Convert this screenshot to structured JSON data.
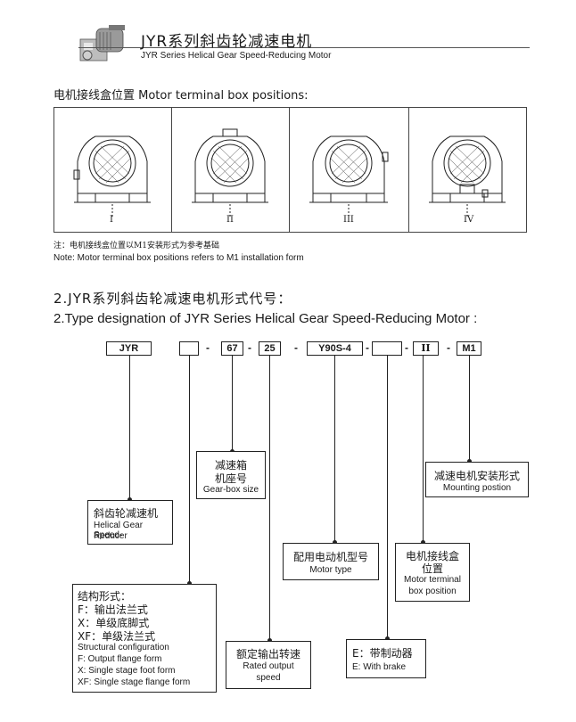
{
  "header": {
    "title_cn": "JYR系列斜齿轮减速电机",
    "title_en": "JYR Series Helical Gear Speed-Reducing Motor"
  },
  "terminal_section": {
    "title": "电机接线盒位置  Motor terminal box positions:",
    "positions": [
      "I",
      "II",
      "III",
      "IV"
    ],
    "note_cn": "注：电机接线盒位置以M1安装形式为参考基础",
    "note_en": "Note: Motor terminal box positions refers to M1 installation form"
  },
  "designation": {
    "title_cn": "2.JYR系列斜齿轮减速电机形式代号：",
    "title_en": "2.Type designation of JYR Series Helical Gear Speed-Reducing Motor :",
    "codes": [
      "JYR",
      "",
      "67",
      "25",
      "Y90S-4",
      "",
      "II",
      "M1"
    ],
    "dash": "-"
  },
  "labels": {
    "gearbox_cn_1": "减速箱",
    "gearbox_cn_2": "机座号",
    "gearbox_en": "Gear-box size",
    "mounting_cn": "减速电机安装形式",
    "mounting_en": "Mounting postion",
    "reducer_cn": "斜齿轮减速机",
    "reducer_en_1": "Helical Gear Speed-",
    "reducer_en_2": "Reducer",
    "motor_type_cn": "配用电动机型号",
    "motor_type_en": "Motor type",
    "terminal_cn_1": "电机接线盒",
    "terminal_cn_2": "位置",
    "terminal_en_1": "Motor terminal",
    "terminal_en_2": "box position",
    "struct_lines": [
      "结构形式：",
      "F：输出法兰式",
      "X：单级底脚式",
      "XF：单级法兰式",
      "Structural configuration",
      "F:  Output flange form",
      "X:  Single stage foot form",
      "XF:  Single stage flange form"
    ],
    "speed_cn": "额定输出转速",
    "speed_en_1": "Rated output",
    "speed_en_2": "speed",
    "brake_cn": "E：带制动器",
    "brake_en": "E:  With brake"
  }
}
